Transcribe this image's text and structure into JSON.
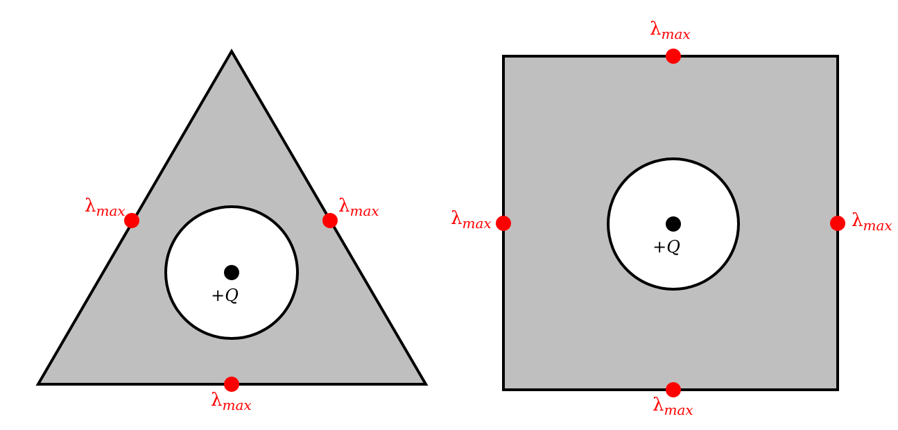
{
  "colors": {
    "conductor_fill": "#bfbfbf",
    "outline": "#000000",
    "cavity_fill": "#ffffff",
    "marker": "#ff0000",
    "charge": "#000000"
  },
  "figures": [
    {
      "shape": "triangle",
      "charge_label": "+Q",
      "markers": [
        {
          "side": "left",
          "symbol": "λ",
          "subscript": "max"
        },
        {
          "side": "right",
          "symbol": "λ",
          "subscript": "max"
        },
        {
          "side": "bottom",
          "symbol": "λ",
          "subscript": "max"
        }
      ]
    },
    {
      "shape": "square",
      "charge_label": "+Q",
      "markers": [
        {
          "side": "top",
          "symbol": "λ",
          "subscript": "max"
        },
        {
          "side": "left",
          "symbol": "λ",
          "subscript": "max"
        },
        {
          "side": "right",
          "symbol": "λ",
          "subscript": "max"
        },
        {
          "side": "bottom",
          "symbol": "λ",
          "subscript": "max"
        }
      ]
    }
  ]
}
